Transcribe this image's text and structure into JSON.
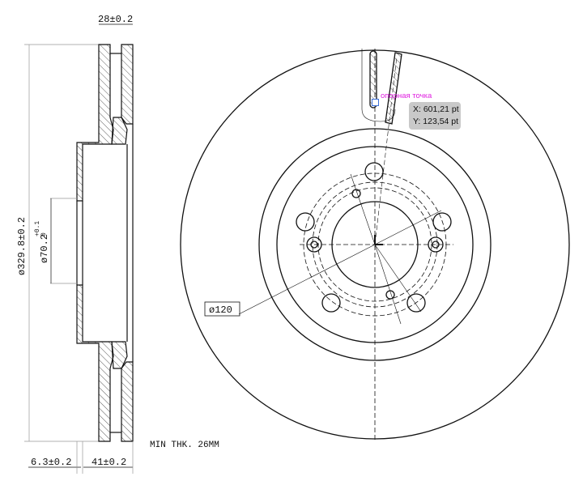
{
  "drawing": {
    "dims": {
      "width_top": "28±0.2",
      "outer_diameter": "ø329.8±0.2",
      "center_bore": "ø70.2",
      "center_bore_tol_upper": "+0.1",
      "center_bore_tol_lower": "0",
      "offset": "6.3±0.2",
      "hat_height": "41±0.2",
      "bolt_circle": "ø120",
      "min_thickness": "MIN THK. 26MM"
    }
  },
  "overlay": {
    "anchor_label": "опорная точка",
    "x_readout": "X: 601,21 pt",
    "y_readout": "Y: 123,54 pt",
    "anchor_color": "#e020e0"
  }
}
